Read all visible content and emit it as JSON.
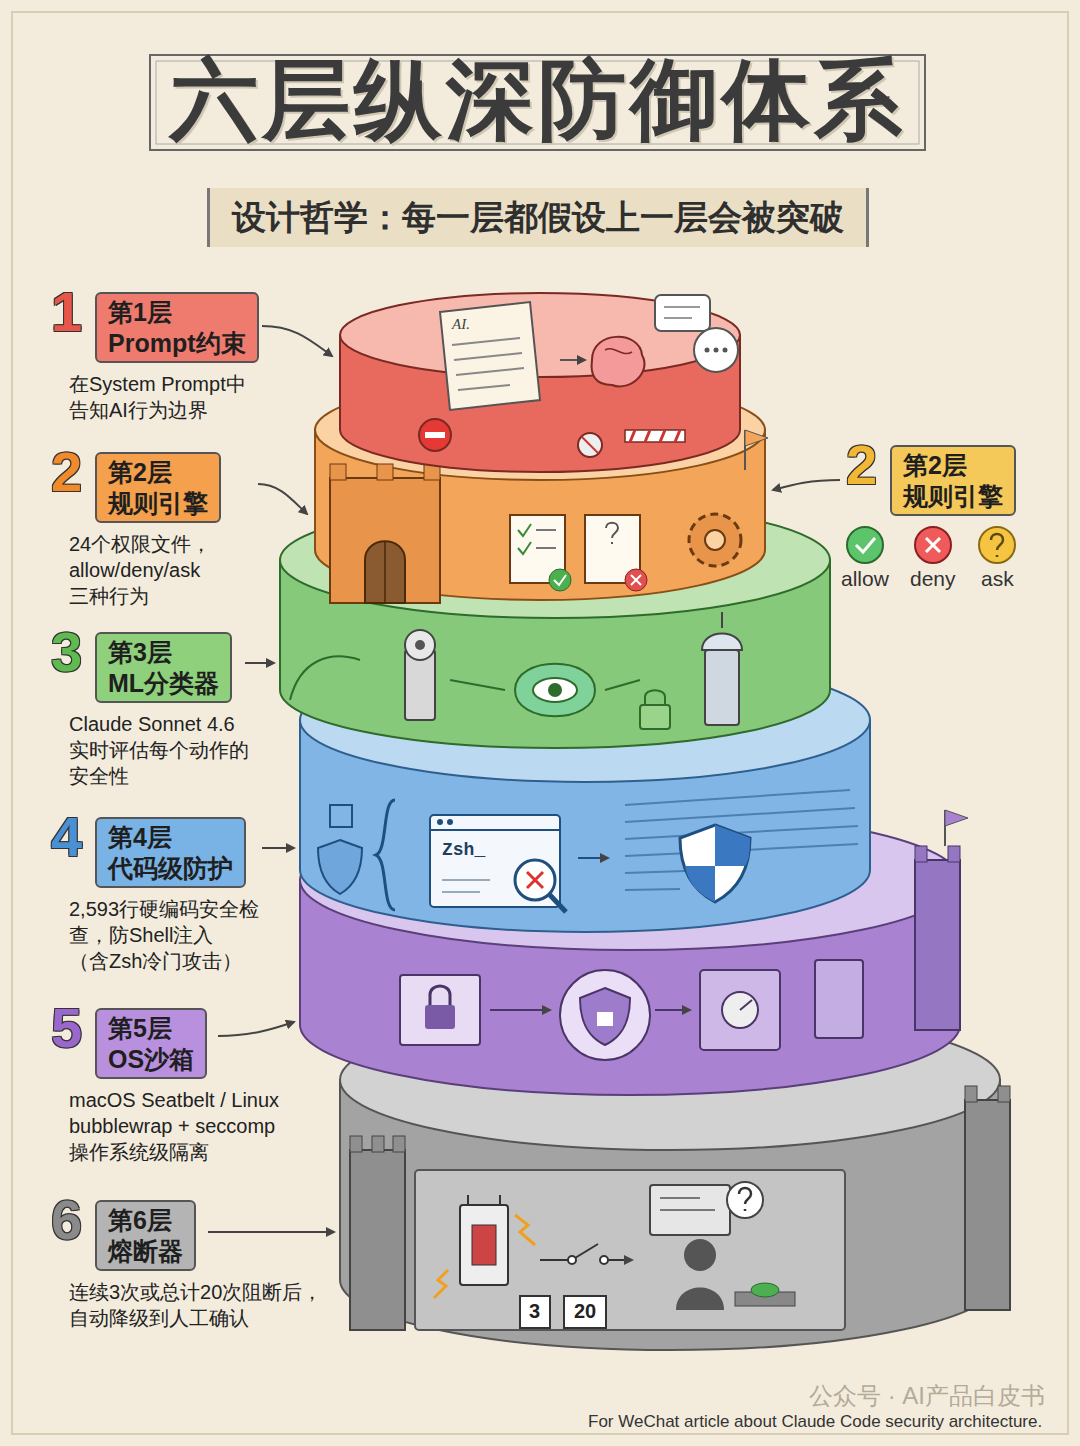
{
  "diagram": {
    "title": "六层纵深防御体系",
    "nodes": [
      {
        "text": [
          "设计哲学：每一层都假设上一层会被突破"
        ]
      },
      {
        "text": [
          "1",
          "第1层 Prompt约束",
          "在System Prompt中 告知AI行为边界"
        ]
      },
      {
        "text": [
          "2",
          "第2层 规则引擎",
          "24个权限文件， allow/deny/ask 三种行为"
        ]
      },
      {
        "text": [
          "2",
          "第2层 规则引擎"
        ]
      },
      {
        "text": [
          "3",
          "第3层 ML分类器",
          "Claude Sonnet 4.6 实时评估每个动作的 安全性"
        ]
      },
      {
        "text": [
          "4",
          "第4层 代码级防护",
          "2,593行硬编码安全检 查，防Shell注入 （含Zsh冷门攻击）"
        ]
      },
      {
        "text": [
          "5",
          "第5层 OS沙箱",
          "macOS Seatbelt / Linux bubblewrap + seccomp 操作系统级隔离"
        ]
      },
      {
        "text": [
          "6",
          "第6层 熔断器",
          "连续3次或总计20次阻断后， 自动降级到人工确认"
        ]
      }
    ],
    "labels": [
      "allow",
      "deny",
      "ask",
      "AI.",
      "Zsh_",
      "3",
      "20",
      "公众号 · AI产品白皮书",
      "For WeChat article about Claude Code security architecture."
    ]
  }
}
